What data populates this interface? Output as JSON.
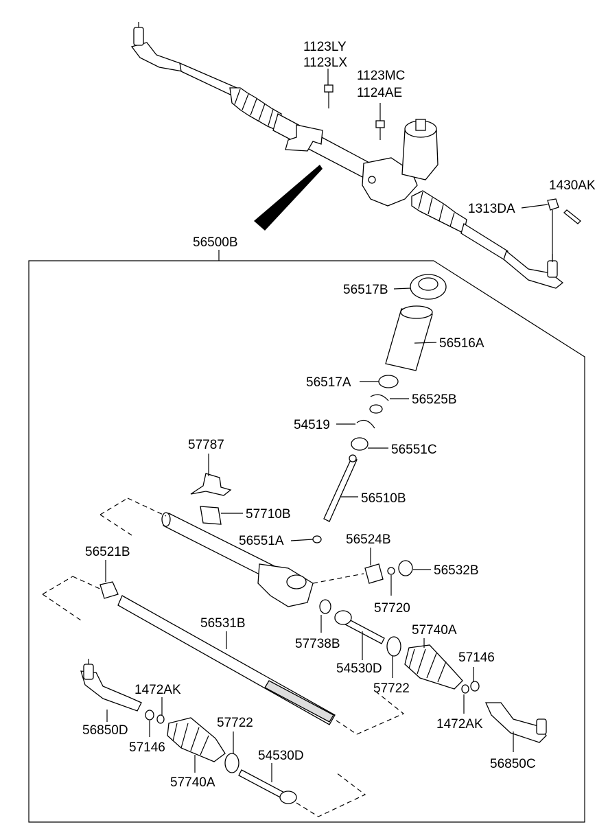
{
  "labels": {
    "l_1123LY": "1123LY",
    "l_1123LX": "1123LX",
    "l_1123MC": "1123MC",
    "l_1124AE": "1124AE",
    "l_1430AK": "1430AK",
    "l_1313DA": "1313DA",
    "l_56500B": "56500B",
    "l_56517B": "56517B",
    "l_56516A": "56516A",
    "l_56517A": "56517A",
    "l_56525B": "56525B",
    "l_54519": "54519",
    "l_56551C": "56551C",
    "l_57787": "57787",
    "l_56510B": "56510B",
    "l_57710B": "57710B",
    "l_56551A": "56551A",
    "l_56524B": "56524B",
    "l_56521B": "56521B",
    "l_56532B": "56532B",
    "l_57720": "57720",
    "l_56531B": "56531B",
    "l_57738B": "57738B",
    "l_57740A_r": "57740A",
    "l_54530D_m": "54530D",
    "l_57146_r": "57146",
    "l_57722_m": "57722",
    "l_1472AK_l": "1472AK",
    "l_56850D": "56850D",
    "l_57146_l": "57146",
    "l_57722_l": "57722",
    "l_54530D_l": "54530D",
    "l_57740A_l": "57740A",
    "l_1472AK_r": "1472AK",
    "l_56850C": "56850C"
  }
}
